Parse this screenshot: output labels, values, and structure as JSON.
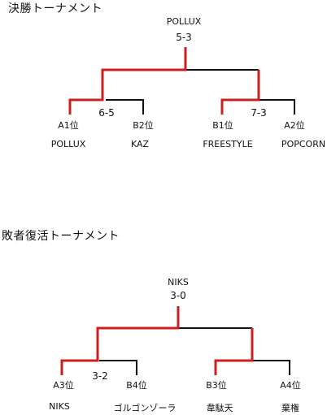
{
  "colors": {
    "win": "#cc1f1f",
    "lose": "#111111"
  },
  "main": {
    "title": "決勝トーナメント",
    "champion": "POLLUX",
    "final_score": "5-3",
    "left": {
      "score": "6-5",
      "top": {
        "seed": "A1位",
        "team": "POLLUX",
        "winner": true
      },
      "bottom": {
        "seed": "B2位",
        "team": "KAZ",
        "winner": false
      }
    },
    "right": {
      "score": "7-3",
      "top": {
        "seed": "B1位",
        "team": "FREESTYLE",
        "winner": true
      },
      "bottom": {
        "seed": "A2位",
        "team": "POPCORN",
        "winner": false
      }
    }
  },
  "repechage": {
    "title": "敗者復活トーナメント",
    "champion": "NIKS",
    "final_score": "3-0",
    "left": {
      "score": "3-2",
      "top": {
        "seed": "A3位",
        "team": "NIKS",
        "winner": true
      },
      "bottom": {
        "seed": "B4位",
        "team": "ゴルゴンゾーラ",
        "winner": false
      }
    },
    "right": {
      "score": "",
      "top": {
        "seed": "B3位",
        "team": "韋駄天",
        "winner": true
      },
      "bottom": {
        "seed": "A4位",
        "team": "棄権",
        "winner": false
      }
    }
  }
}
